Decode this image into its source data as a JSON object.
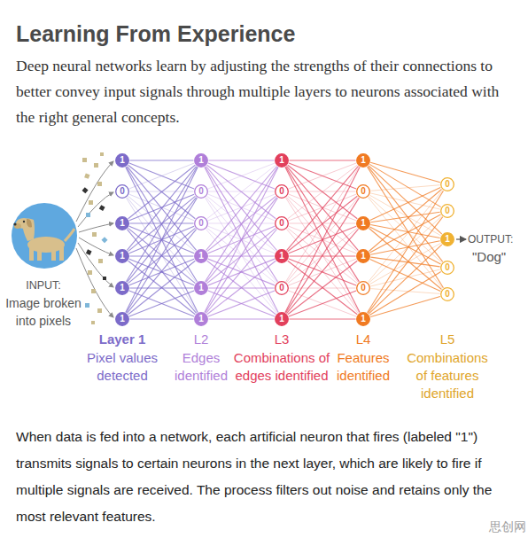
{
  "diagram": {
    "title": "Learning From Experience",
    "caption": "When data is fed into a network, each artificial neuron that fires (labeled \"1\") transmits signals to certain neurons in the next layer, which are likely to fire if multiple signals are received. The process filters out noise and retains only the most relevant features.",
    "nodes": [
      {
        "text": [
          "1"
        ]
      },
      {
        "text": [
          "0"
        ]
      },
      {
        "text": [
          "1"
        ]
      },
      {
        "text": [
          "1"
        ]
      },
      {
        "text": [
          "1"
        ]
      },
      {
        "text": [
          "1"
        ]
      },
      {
        "text": [
          "1"
        ]
      },
      {
        "text": [
          "0"
        ]
      },
      {
        "text": [
          "0"
        ]
      },
      {
        "text": [
          "1"
        ]
      },
      {
        "text": [
          "1"
        ]
      },
      {
        "text": [
          "1"
        ]
      },
      {
        "text": [
          "1"
        ]
      },
      {
        "text": [
          "0"
        ]
      },
      {
        "text": [
          "0"
        ]
      },
      {
        "text": [
          "1"
        ]
      },
      {
        "text": [
          "0"
        ]
      },
      {
        "text": [
          "1"
        ]
      },
      {
        "text": [
          "1"
        ]
      },
      {
        "text": [
          "0"
        ]
      },
      {
        "text": [
          "1"
        ]
      },
      {
        "text": [
          "1"
        ]
      },
      {
        "text": [
          "0"
        ]
      },
      {
        "text": [
          "1"
        ]
      },
      {
        "text": [
          "0"
        ]
      },
      {
        "text": [
          "0"
        ]
      },
      {
        "text": [
          "1"
        ]
      },
      {
        "text": [
          "0"
        ]
      },
      {
        "text": [
          "0"
        ]
      }
    ],
    "edges": [
      {
        "from": 0,
        "to": 6,
        "arrow": "none"
      },
      {
        "from": 0,
        "to": 7,
        "arrow": "none"
      },
      {
        "from": 0,
        "to": 8,
        "arrow": "none"
      },
      {
        "from": 0,
        "to": 9,
        "arrow": "none"
      },
      {
        "from": 0,
        "to": 10,
        "arrow": "none"
      },
      {
        "from": 0,
        "to": 11,
        "arrow": "none"
      },
      {
        "from": 1,
        "to": 6,
        "arrow": "none"
      },
      {
        "from": 1,
        "to": 7,
        "arrow": "none"
      },
      {
        "from": 1,
        "to": 8,
        "arrow": "none"
      },
      {
        "from": 1,
        "to": 9,
        "arrow": "none"
      },
      {
        "from": 1,
        "to": 10,
        "arrow": "none"
      },
      {
        "from": 1,
        "to": 11,
        "arrow": "none"
      },
      {
        "from": 2,
        "to": 6,
        "arrow": "none"
      },
      {
        "from": 2,
        "to": 7,
        "arrow": "none"
      },
      {
        "from": 2,
        "to": 8,
        "arrow": "none"
      },
      {
        "from": 2,
        "to": 9,
        "arrow": "none"
      },
      {
        "from": 2,
        "to": 10,
        "arrow": "none"
      },
      {
        "from": 2,
        "to": 11,
        "arrow": "none"
      },
      {
        "from": 3,
        "to": 6,
        "arrow": "none"
      },
      {
        "from": 3,
        "to": 7,
        "arrow": "none"
      },
      {
        "from": 3,
        "to": 8,
        "arrow": "none"
      },
      {
        "from": 3,
        "to": 9,
        "arrow": "none"
      },
      {
        "from": 3,
        "to": 10,
        "arrow": "none"
      },
      {
        "from": 3,
        "to": 11,
        "arrow": "none"
      },
      {
        "from": 4,
        "to": 6,
        "arrow": "none"
      },
      {
        "from": 4,
        "to": 7,
        "arrow": "none"
      },
      {
        "from": 4,
        "to": 8,
        "arrow": "none"
      },
      {
        "from": 4,
        "to": 9,
        "arrow": "none"
      },
      {
        "from": 4,
        "to": 10,
        "arrow": "none"
      },
      {
        "from": 4,
        "to": 11,
        "arrow": "none"
      },
      {
        "from": 5,
        "to": 6,
        "arrow": "none"
      },
      {
        "from": 5,
        "to": 7,
        "arrow": "none"
      },
      {
        "from": 5,
        "to": 8,
        "arrow": "none"
      },
      {
        "from": 5,
        "to": 9,
        "arrow": "none"
      },
      {
        "from": 5,
        "to": 10,
        "arrow": "none"
      },
      {
        "from": 5,
        "to": 11,
        "arrow": "none"
      },
      {
        "from": 6,
        "to": 12,
        "arrow": "none"
      },
      {
        "from": 6,
        "to": 13,
        "arrow": "none"
      },
      {
        "from": 6,
        "to": 14,
        "arrow": "none"
      },
      {
        "from": 6,
        "to": 15,
        "arrow": "none"
      },
      {
        "from": 6,
        "to": 16,
        "arrow": "none"
      },
      {
        "from": 6,
        "to": 17,
        "arrow": "none"
      },
      {
        "from": 7,
        "to": 12,
        "arrow": "none"
      },
      {
        "from": 7,
        "to": 13,
        "arrow": "none"
      },
      {
        "from": 7,
        "to": 14,
        "arrow": "none"
      },
      {
        "from": 7,
        "to": 15,
        "arrow": "none"
      },
      {
        "from": 7,
        "to": 16,
        "arrow": "none"
      },
      {
        "from": 7,
        "to": 17,
        "arrow": "none"
      },
      {
        "from": 8,
        "to": 12,
        "arrow": "none"
      },
      {
        "from": 8,
        "to": 13,
        "arrow": "none"
      },
      {
        "from": 8,
        "to": 14,
        "arrow": "none"
      },
      {
        "from": 8,
        "to": 15,
        "arrow": "none"
      },
      {
        "from": 8,
        "to": 16,
        "arrow": "none"
      },
      {
        "from": 8,
        "to": 17,
        "arrow": "none"
      },
      {
        "from": 9,
        "to": 12,
        "arrow": "none"
      },
      {
        "from": 9,
        "to": 13,
        "arrow": "none"
      },
      {
        "from": 9,
        "to": 14,
        "arrow": "none"
      },
      {
        "from": 9,
        "to": 15,
        "arrow": "none"
      },
      {
        "from": 9,
        "to": 16,
        "arrow": "none"
      },
      {
        "from": 9,
        "to": 17,
        "arrow": "none"
      },
      {
        "from": 10,
        "to": 12,
        "arrow": "none"
      },
      {
        "from": 10,
        "to": 13,
        "arrow": "none"
      },
      {
        "from": 10,
        "to": 14,
        "arrow": "none"
      },
      {
        "from": 10,
        "to": 15,
        "arrow": "none"
      },
      {
        "from": 10,
        "to": 16,
        "arrow": "none"
      },
      {
        "from": 10,
        "to": 17,
        "arrow": "none"
      },
      {
        "from": 11,
        "to": 12,
        "arrow": "none"
      },
      {
        "from": 11,
        "to": 13,
        "arrow": "none"
      },
      {
        "from": 11,
        "to": 14,
        "arrow": "none"
      },
      {
        "from": 11,
        "to": 15,
        "arrow": "none"
      },
      {
        "from": 11,
        "to": 16,
        "arrow": "none"
      },
      {
        "from": 11,
        "to": 17,
        "arrow": "none"
      },
      {
        "from": 12,
        "to": 18,
        "arrow": "none"
      },
      {
        "from": 12,
        "to": 19,
        "arrow": "none"
      },
      {
        "from": 12,
        "to": 20,
        "arrow": "none"
      },
      {
        "from": 12,
        "to": 21,
        "arrow": "none"
      },
      {
        "from": 12,
        "to": 22,
        "arrow": "none"
      },
      {
        "from": 12,
        "to": 23,
        "arrow": "none"
      },
      {
        "from": 13,
        "to": 18,
        "arrow": "none"
      },
      {
        "from": 13,
        "to": 19,
        "arrow": "none"
      },
      {
        "from": 13,
        "to": 20,
        "arrow": "none"
      },
      {
        "from": 13,
        "to": 21,
        "arrow": "none"
      },
      {
        "from": 13,
        "to": 22,
        "arrow": "none"
      },
      {
        "from": 13,
        "to": 23,
        "arrow": "none"
      },
      {
        "from": 14,
        "to": 18,
        "arrow": "none"
      },
      {
        "from": 14,
        "to": 19,
        "arrow": "none"
      },
      {
        "from": 14,
        "to": 20,
        "arrow": "none"
      },
      {
        "from": 14,
        "to": 21,
        "arrow": "none"
      },
      {
        "from": 14,
        "to": 22,
        "arrow": "none"
      },
      {
        "from": 14,
        "to": 23,
        "arrow": "none"
      },
      {
        "from": 15,
        "to": 18,
        "arrow": "none"
      },
      {
        "from": 15,
        "to": 19,
        "arrow": "none"
      },
      {
        "from": 15,
        "to": 20,
        "arrow": "none"
      },
      {
        "from": 15,
        "to": 21,
        "arrow": "none"
      },
      {
        "from": 15,
        "to": 22,
        "arrow": "none"
      },
      {
        "from": 15,
        "to": 23,
        "arrow": "none"
      },
      {
        "from": 16,
        "to": 18,
        "arrow": "none"
      },
      {
        "from": 16,
        "to": 19,
        "arrow": "none"
      },
      {
        "from": 16,
        "to": 20,
        "arrow": "none"
      },
      {
        "from": 16,
        "to": 21,
        "arrow": "none"
      },
      {
        "from": 16,
        "to": 22,
        "arrow": "none"
      },
      {
        "from": 16,
        "to": 23,
        "arrow": "none"
      },
      {
        "from": 17,
        "to": 18,
        "arrow": "none"
      },
      {
        "from": 17,
        "to": 19,
        "arrow": "none"
      },
      {
        "from": 17,
        "to": 20,
        "arrow": "none"
      },
      {
        "from": 17,
        "to": 21,
        "arrow": "none"
      },
      {
        "from": 17,
        "to": 22,
        "arrow": "none"
      },
      {
        "from": 17,
        "to": 23,
        "arrow": "none"
      },
      {
        "from": 18,
        "to": 24,
        "arrow": "none"
      },
      {
        "from": 18,
        "to": 25,
        "arrow": "none"
      },
      {
        "from": 18,
        "to": 26,
        "arrow": "none"
      },
      {
        "from": 18,
        "to": 27,
        "arrow": "none"
      },
      {
        "from": 18,
        "to": 28,
        "arrow": "none"
      },
      {
        "from": 19,
        "to": 24,
        "arrow": "none"
      },
      {
        "from": 19,
        "to": 25,
        "arrow": "none"
      },
      {
        "from": 19,
        "to": 26,
        "arrow": "none"
      },
      {
        "from": 19,
        "to": 27,
        "arrow": "none"
      },
      {
        "from": 19,
        "to": 28,
        "arrow": "none"
      },
      {
        "from": 20,
        "to": 24,
        "arrow": "none"
      },
      {
        "from": 20,
        "to": 25,
        "arrow": "none"
      },
      {
        "from": 20,
        "to": 26,
        "arrow": "none"
      },
      {
        "from": 20,
        "to": 27,
        "arrow": "none"
      },
      {
        "from": 20,
        "to": 28,
        "arrow": "none"
      },
      {
        "from": 21,
        "to": 24,
        "arrow": "none"
      },
      {
        "from": 21,
        "to": 25,
        "arrow": "none"
      },
      {
        "from": 21,
        "to": 26,
        "arrow": "none"
      },
      {
        "from": 21,
        "to": 27,
        "arrow": "none"
      },
      {
        "from": 21,
        "to": 28,
        "arrow": "none"
      },
      {
        "from": 22,
        "to": 24,
        "arrow": "none"
      },
      {
        "from": 22,
        "to": 25,
        "arrow": "none"
      },
      {
        "from": 22,
        "to": 26,
        "arrow": "none"
      },
      {
        "from": 22,
        "to": 27,
        "arrow": "none"
      },
      {
        "from": 22,
        "to": 28,
        "arrow": "none"
      },
      {
        "from": 23,
        "to": 24,
        "arrow": "none"
      },
      {
        "from": 23,
        "to": 25,
        "arrow": "none"
      },
      {
        "from": 23,
        "to": 26,
        "arrow": "none"
      },
      {
        "from": 23,
        "to": 27,
        "arrow": "none"
      },
      {
        "from": 23,
        "to": 28,
        "arrow": "none"
      }
    ],
    "labels": [
      "Deep neural networks learn by adjusting the strengths of their connections to better convey input signals through multiple layers to neurons associated with the right general concepts.",
      "INPUT:",
      "Image broken into pixels",
      "Layer 1",
      "Pixel values detected",
      "L2",
      "Edges identified",
      "L3",
      "Combinations of edges identified",
      "L4",
      "Features identified",
      "L5",
      "Combinations of features identified",
      "OUTPUT:",
      "\"Dog\"",
      "思创网"
    ]
  }
}
